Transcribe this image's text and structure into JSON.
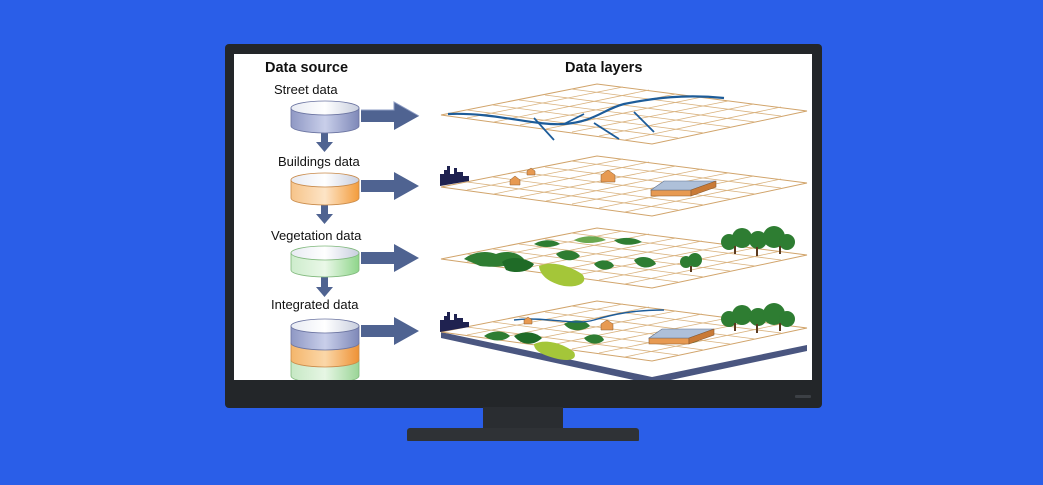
{
  "diagram": {
    "heading_source": "Data source",
    "heading_layers": "Data layers",
    "sources": [
      {
        "label": "Street data"
      },
      {
        "label": "Buildings data"
      },
      {
        "label": "Vegetation data"
      },
      {
        "label": "Integrated data"
      }
    ]
  },
  "colors": {
    "background": "#2a5ee8",
    "bezel": "#232629",
    "arrow": "#4f6391",
    "grid": "#d1a46b",
    "street": "#1d5c99",
    "building": "#e79a52",
    "vegetation_dark": "#2e7d32",
    "vegetation_light": "#a4c639",
    "db_street": "#aab2d8",
    "db_buildings": "#f39c3c",
    "db_vegetation": "#9ed89a"
  }
}
